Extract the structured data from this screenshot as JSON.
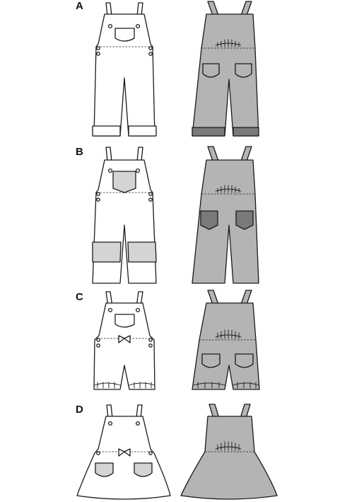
{
  "views": [
    {
      "id": "A",
      "label": "A"
    },
    {
      "id": "B",
      "label": "B"
    },
    {
      "id": "C",
      "label": "C"
    },
    {
      "id": "D",
      "label": "D"
    }
  ],
  "colors": {
    "outline": "#1a1a1a",
    "front_fabric": "#ffffff",
    "back_fabric": "#b4b4b4",
    "contrast_light": "#d4d4d4",
    "contrast_dark": "#7a7a7a",
    "background": "#ffffff"
  }
}
